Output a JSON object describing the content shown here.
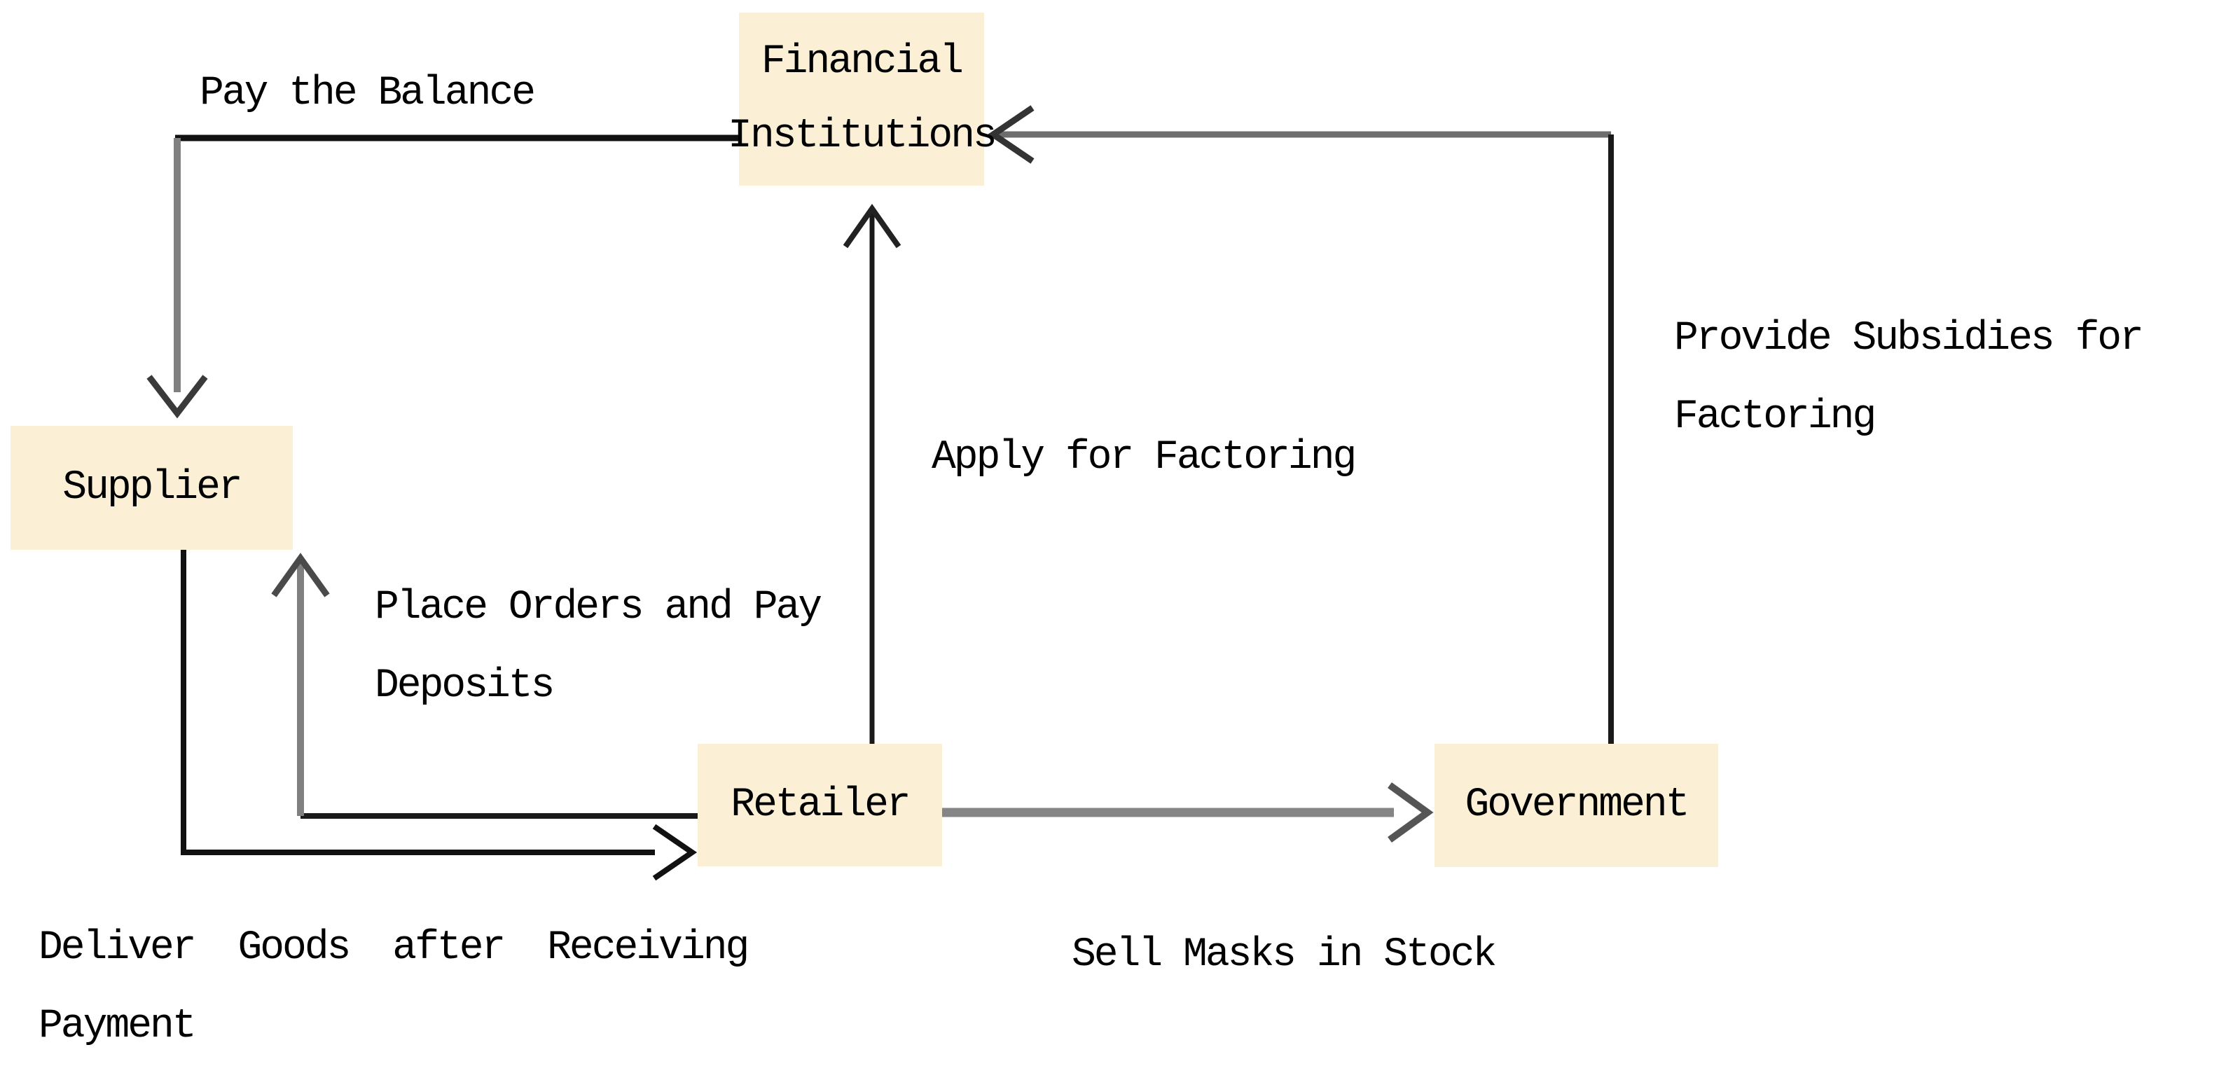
{
  "diagram": {
    "background_color": "#ffffff",
    "box_fill_color": "#fbefd5",
    "text_color": "#000000",
    "black_line_color": "#1a1a1a",
    "gray_line_color": "#808080"
  },
  "nodes": {
    "financial_institutions": {
      "line1": "Financial",
      "line2": "Institutions"
    },
    "supplier": {
      "label": "Supplier"
    },
    "retailer": {
      "label": "Retailer"
    },
    "government": {
      "label": "Government"
    }
  },
  "edges": {
    "pay_balance": {
      "label": "Pay the Balance",
      "from": "Financial Institutions",
      "to": "Supplier"
    },
    "apply_factoring": {
      "label": "Apply for Factoring",
      "from": "Retailer",
      "to": "Financial Institutions"
    },
    "provide_subsidies": {
      "line1": "Provide Subsidies for",
      "line2": "Factoring",
      "from": "Government",
      "to": "Financial Institutions"
    },
    "place_orders": {
      "line1": "Place Orders and Pay",
      "line2": "Deposits",
      "from": "Retailer",
      "to": "Supplier"
    },
    "deliver_goods": {
      "line1": "Deliver Goods after Receiving",
      "line2": "Payment",
      "from": "Supplier",
      "to": "Retailer"
    },
    "sell_masks": {
      "label": "Sell Masks in Stock",
      "from": "Retailer",
      "to": "Government"
    }
  }
}
